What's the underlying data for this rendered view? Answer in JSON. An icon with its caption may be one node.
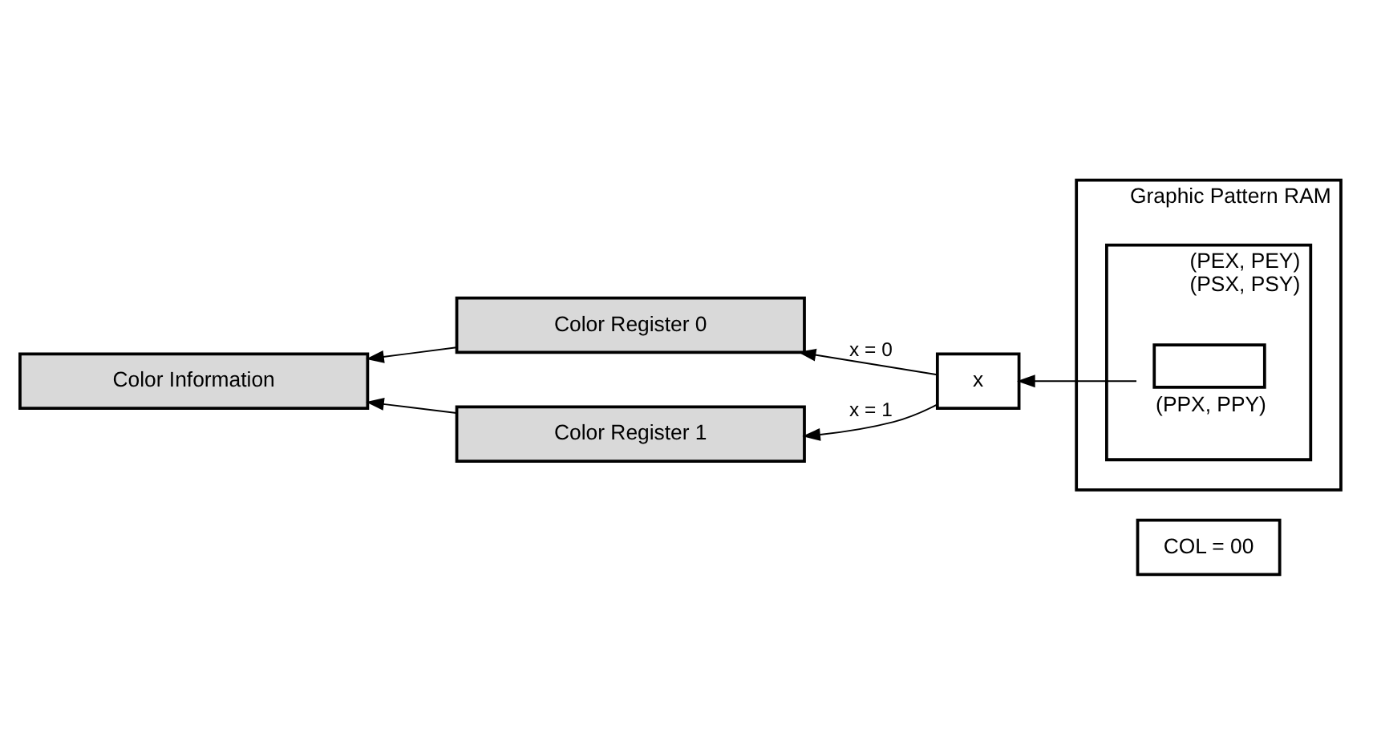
{
  "diagram": {
    "nodes": [
      {
        "text": [
          "COL = 00"
        ]
      },
      {
        "text": [
          "Color Information"
        ]
      },
      {
        "text": [
          "Color Register 0"
        ]
      },
      {
        "text": [
          "Color Register 1"
        ]
      },
      {
        "text": [
          "x"
        ]
      },
      {
        "text": [
          "Graphic Pattern RAM"
        ]
      },
      {
        "text": [],
        "shape": "box",
        "in": 5,
        "beside": [
          "(PEX, PEY)",
          "(PSX, PSY)"
        ]
      },
      {
        "text": [],
        "shape": "box",
        "in": 6,
        "beside": [
          "(PPX, PPY)"
        ]
      }
    ],
    "edges": [
      {
        "from": 7,
        "to": 4,
        "arrow": "to"
      },
      {
        "from": 4,
        "to": 2,
        "arrow": "to",
        "label": "x = 0"
      },
      {
        "from": 4,
        "to": 3,
        "arrow": "to",
        "label": "x = 1"
      },
      {
        "from": 2,
        "to": 1,
        "arrow": "to"
      },
      {
        "from": 3,
        "to": 1,
        "arrow": "to"
      }
    ]
  }
}
